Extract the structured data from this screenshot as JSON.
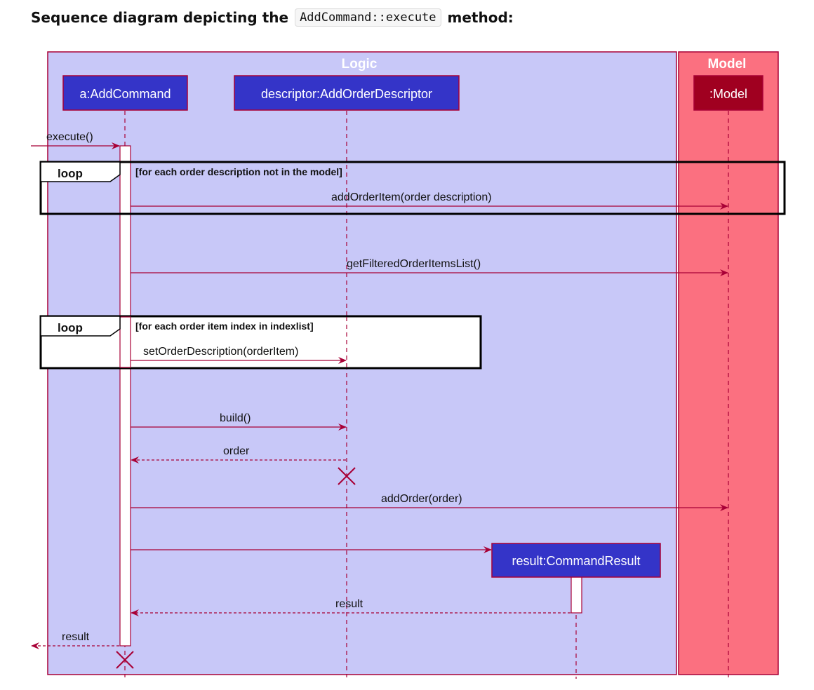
{
  "heading": {
    "prefix": "Sequence diagram depicting the",
    "code": "AddCommand::execute",
    "suffix": "method:"
  },
  "boxes": {
    "logic": "Logic",
    "model": "Model"
  },
  "participants": {
    "add_command": "a:AddCommand",
    "descriptor": "descriptor:AddOrderDescriptor",
    "model": ":Model",
    "result": "result:CommandResult"
  },
  "fragments": {
    "loop1": {
      "keyword": "loop",
      "guard": "[for each order description not in the model]"
    },
    "loop2": {
      "keyword": "loop",
      "guard": "[for each order item index in indexlist]"
    }
  },
  "messages": {
    "execute": "execute()",
    "add_order_item": "addOrderItem(order description)",
    "get_filtered": "getFilteredOrderItemsList()",
    "set_description": "setOrderDescription(orderItem)",
    "build": "build()",
    "order_return": "order",
    "add_order": "addOrder(order)",
    "result_return": "result",
    "final_return": "result"
  },
  "colors": {
    "logic_fill": "#c8c8f8",
    "model_fill": "#fb7080",
    "box_border": "#a80036",
    "participant_fill": "#3434c8",
    "model_participant_fill": "#a00020",
    "arrow": "#a80036"
  }
}
